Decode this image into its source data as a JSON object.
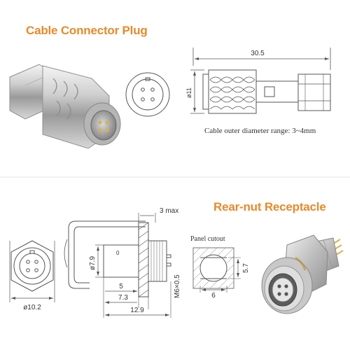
{
  "top": {
    "title": "Cable Connector Plug",
    "overall_length": "30.5",
    "diameter": "ø11",
    "note": "Cable outer  diameter range: 3~4mm"
  },
  "bottom": {
    "title": "Rear-nut Receptacle",
    "dim_3max": "3 max",
    "dim_d79": "ø7.9",
    "dim_5": "5",
    "dim_73": "7.3",
    "dim_129": "12.9",
    "dim_m6": "M6×0.5",
    "dim_d102": "ø10.2",
    "panel_label": "Panel cutout",
    "panel_57": "5.7",
    "panel_6": "6"
  },
  "colors": {
    "title": "#e8892a",
    "line": "#555555",
    "metal_light": "#e6e6e6",
    "metal_dark": "#8a8a8a"
  }
}
